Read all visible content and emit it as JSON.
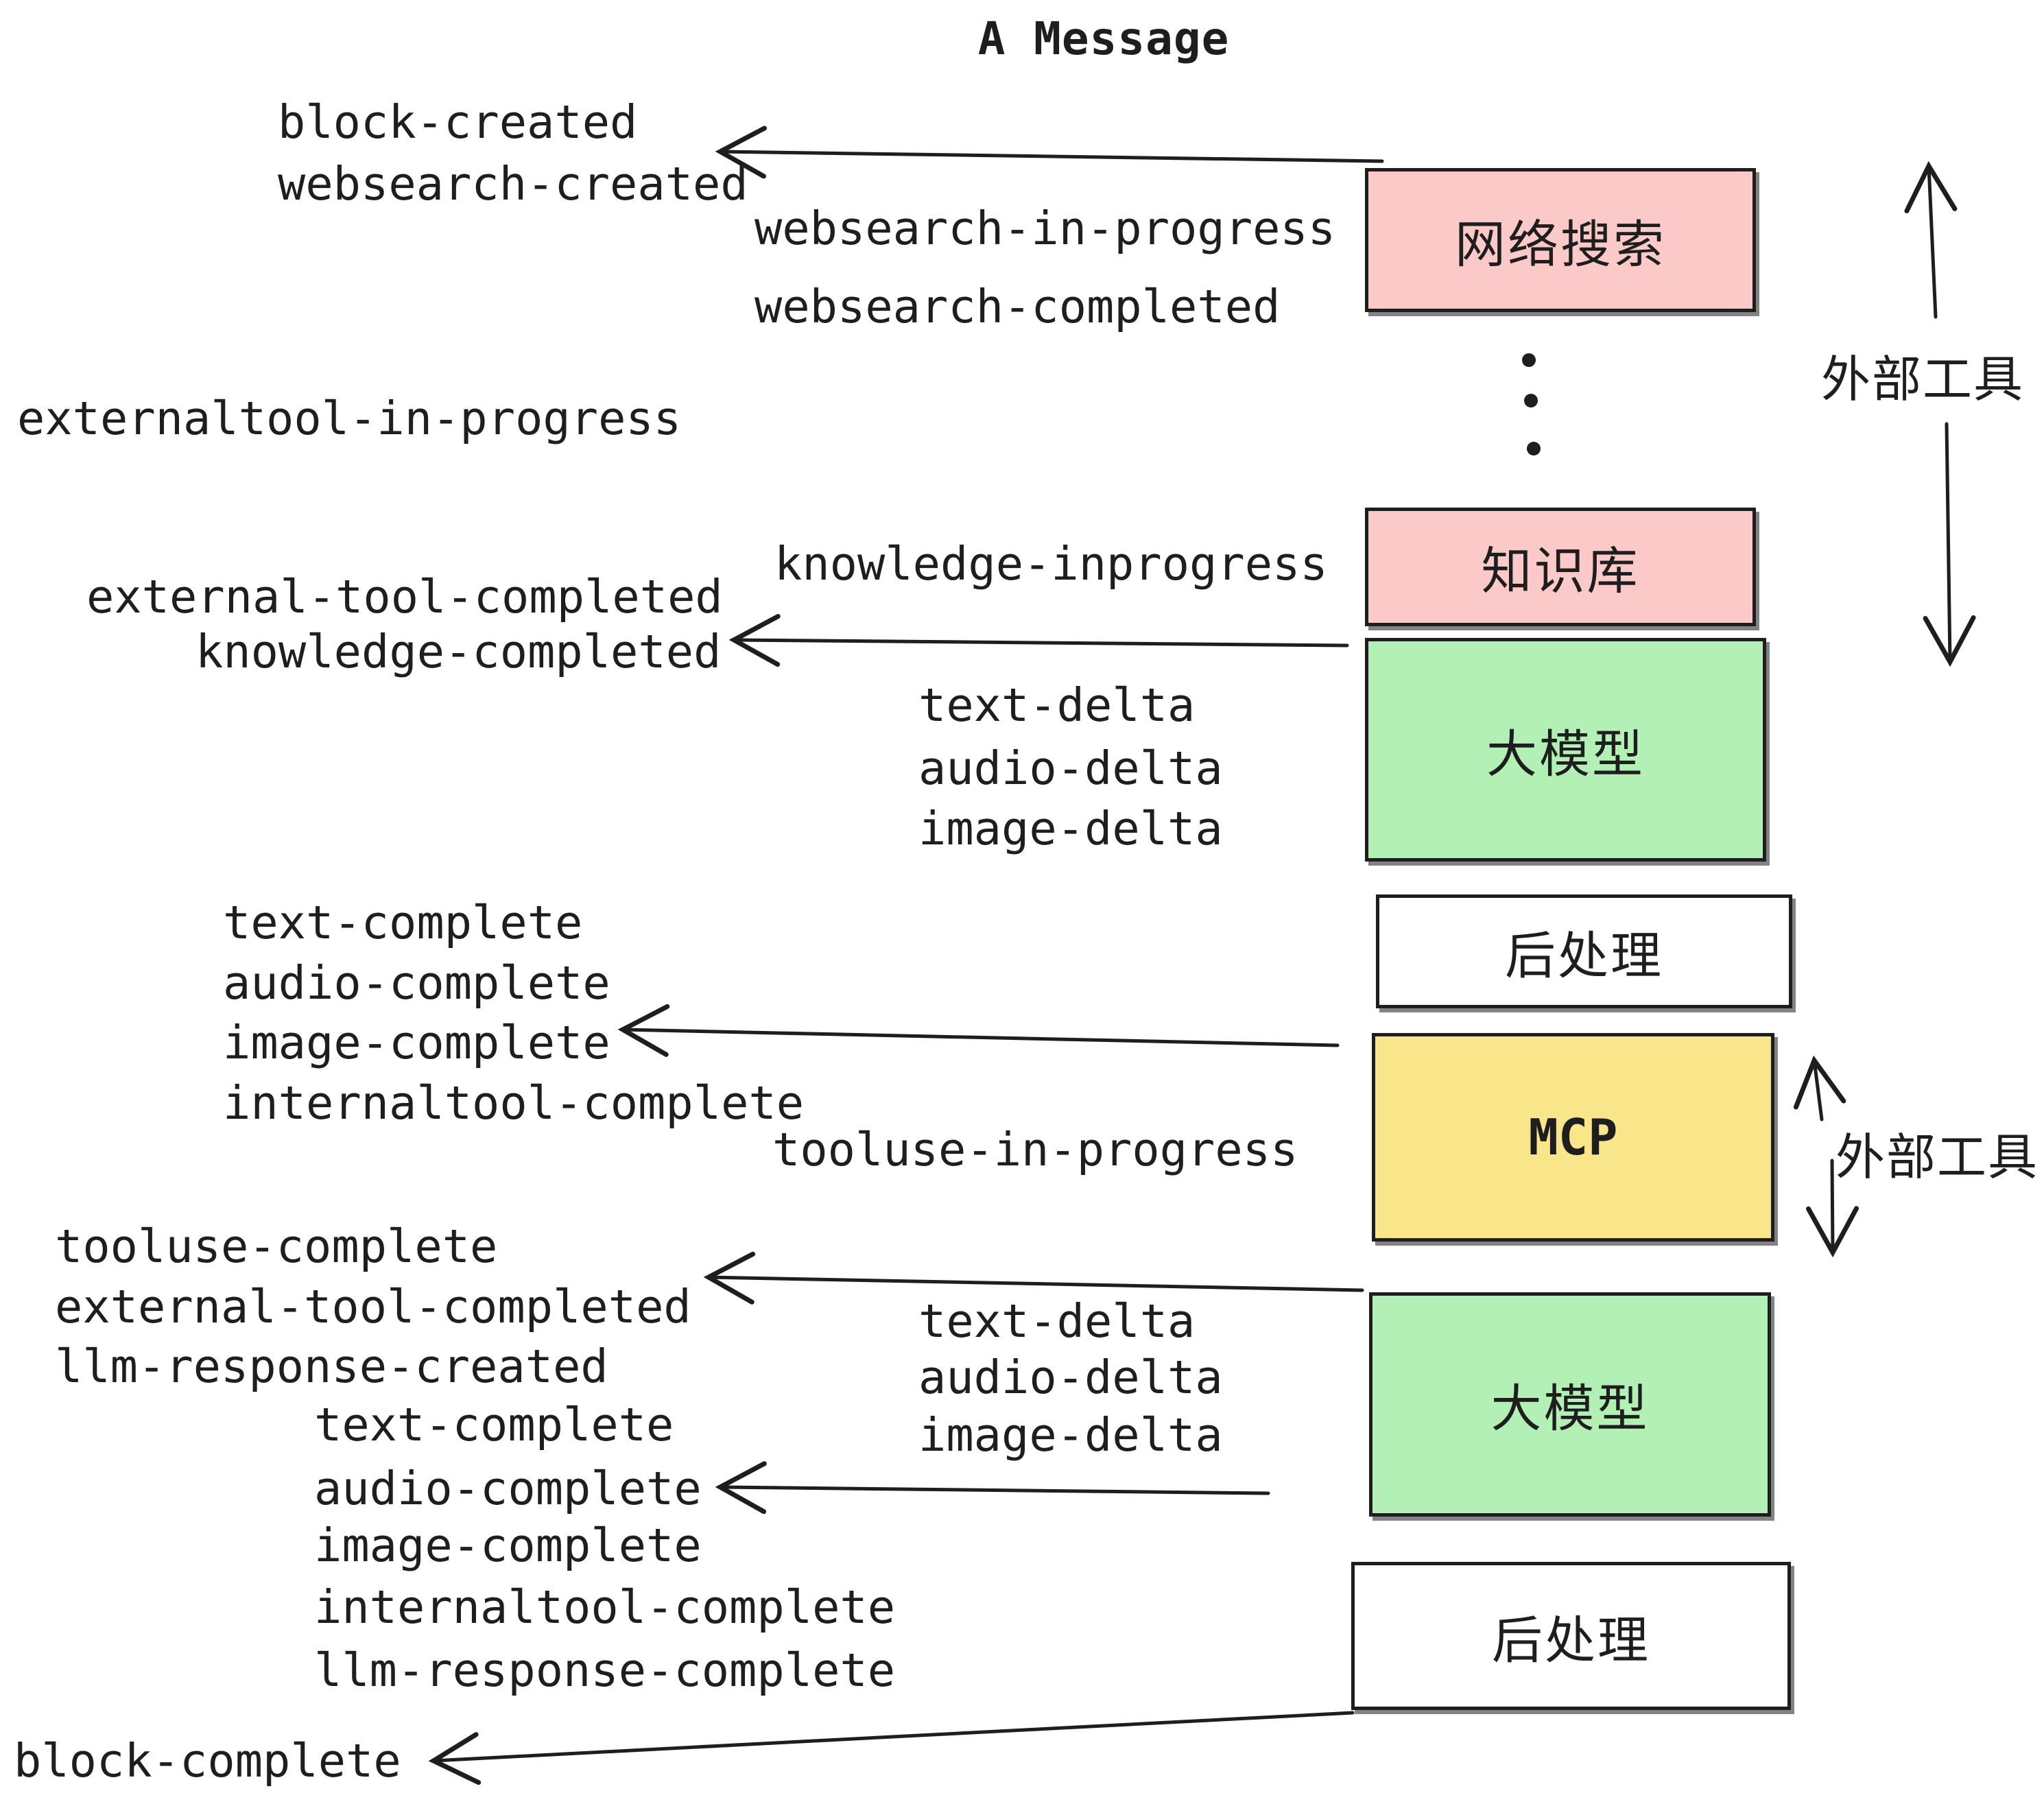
{
  "title": "A Message",
  "boxes": [
    {
      "label": "网络搜索",
      "color": "#fcc9c9"
    },
    {
      "label": "知识库",
      "color": "#fcc9c9"
    },
    {
      "label": "大模型",
      "color": "#b3f0b6"
    },
    {
      "label": "后处理",
      "color": "#ffffff"
    },
    {
      "label": "MCP",
      "color": "#f9e58a"
    },
    {
      "label": "大模型",
      "color": "#b3f0b6"
    },
    {
      "label": "后处理",
      "color": "#ffffff"
    }
  ],
  "side_labels": {
    "top": "外部工具",
    "bottom": "外部工具"
  },
  "events": [
    {
      "text": "block-created"
    },
    {
      "text": "websearch-created"
    },
    {
      "text": "websearch-in-progress"
    },
    {
      "text": "websearch-completed"
    },
    {
      "text": "externaltool-in-progress"
    },
    {
      "text": "knowledge-inprogress"
    },
    {
      "text": "external-tool-completed"
    },
    {
      "text": "knowledge-completed"
    },
    {
      "text": "text-delta"
    },
    {
      "text": "audio-delta"
    },
    {
      "text": "image-delta"
    },
    {
      "text": "text-complete"
    },
    {
      "text": "audio-complete"
    },
    {
      "text": "image-complete"
    },
    {
      "text": "internaltool-complete"
    },
    {
      "text": "tooluse-in-progress"
    },
    {
      "text": "tooluse-complete"
    },
    {
      "text": "external-tool-completed"
    },
    {
      "text": "llm-response-created"
    },
    {
      "text": "text-delta"
    },
    {
      "text": "audio-delta"
    },
    {
      "text": "image-delta"
    },
    {
      "text": "text-complete"
    },
    {
      "text": "audio-complete"
    },
    {
      "text": "image-complete"
    },
    {
      "text": "internaltool-complete"
    },
    {
      "text": "llm-response-complete"
    },
    {
      "text": "block-complete"
    }
  ],
  "colors": {
    "ink": "#1e1e1e",
    "pink": "#fcc9c9",
    "green": "#b3f0b6",
    "yellow": "#f9e58a",
    "white": "#ffffff"
  }
}
